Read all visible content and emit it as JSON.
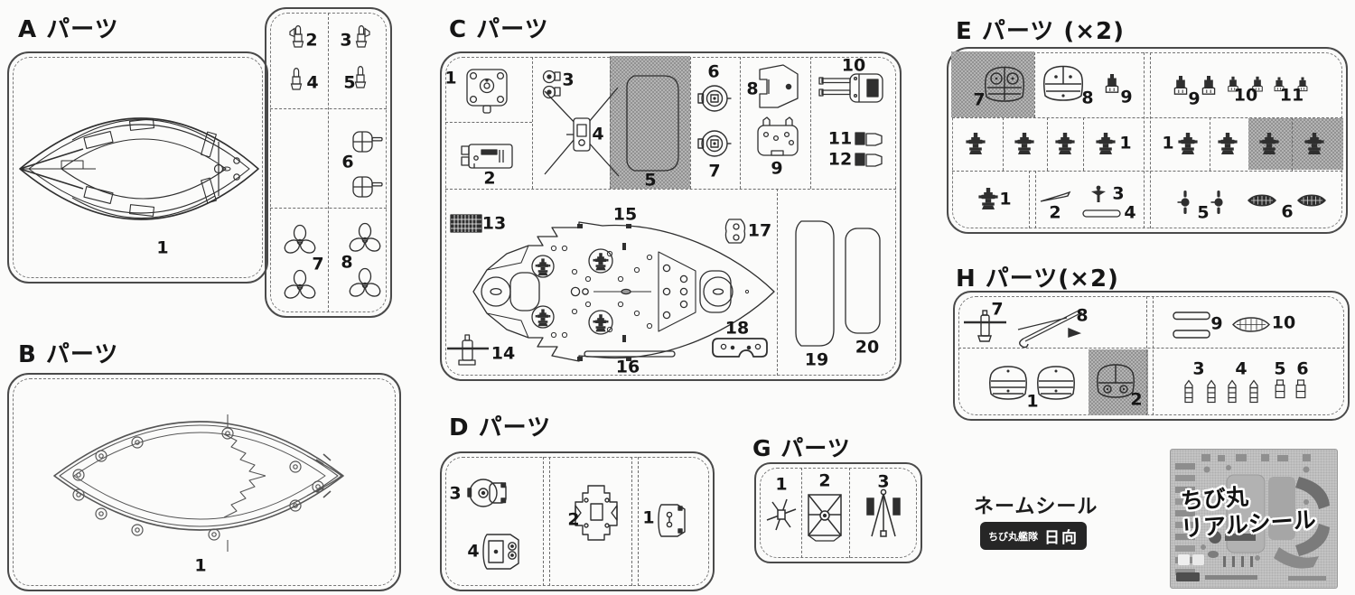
{
  "titles": {
    "a": "A パーツ",
    "b": "B パーツ",
    "c": "C パーツ",
    "d": "D パーツ",
    "e": "E パーツ (×2)",
    "g": "G パーツ",
    "h": "H パーツ(×2)"
  },
  "parts": {
    "a": {
      "1": "1",
      "2": "2",
      "3": "3",
      "4": "4",
      "5": "5",
      "6": "6",
      "7": "7",
      "8": "8"
    },
    "b": {
      "1": "1"
    },
    "c": {
      "1": "1",
      "2": "2",
      "3": "3",
      "4": "4",
      "5": "5",
      "6": "6",
      "7": "7",
      "8": "8",
      "9": "9",
      "10": "10",
      "11": "11",
      "12": "12",
      "13": "13",
      "14": "14",
      "15": "15",
      "16": "16",
      "17": "17",
      "18": "18",
      "19": "19",
      "20": "20"
    },
    "d": {
      "1": "1",
      "2": "2",
      "3": "3",
      "4": "4"
    },
    "e": {
      "1": "1",
      "2": "2",
      "3": "3",
      "4": "4",
      "5": "5",
      "6": "6",
      "7": "7",
      "8": "8",
      "9": "9",
      "10": "10",
      "11": "11"
    },
    "g": {
      "1": "1",
      "2": "2",
      "3": "3"
    },
    "h": {
      "1": "1",
      "2": "2",
      "3": "3",
      "4": "4",
      "5": "5",
      "6": "6",
      "7": "7",
      "8": "8",
      "9": "9",
      "10": "10"
    }
  },
  "name_seal": {
    "label": "ネームシール",
    "badge": {
      "series": "ちび丸艦隊",
      "ship": "日向"
    }
  },
  "sticker_sheet": {
    "line1": "ちび丸",
    "line2": "リアルシール"
  },
  "colors": {
    "line": "#2f2f2f",
    "shade": "#b4b4b4",
    "sticker_bg": "#c3c3c3",
    "badge_bg": "#262626"
  }
}
